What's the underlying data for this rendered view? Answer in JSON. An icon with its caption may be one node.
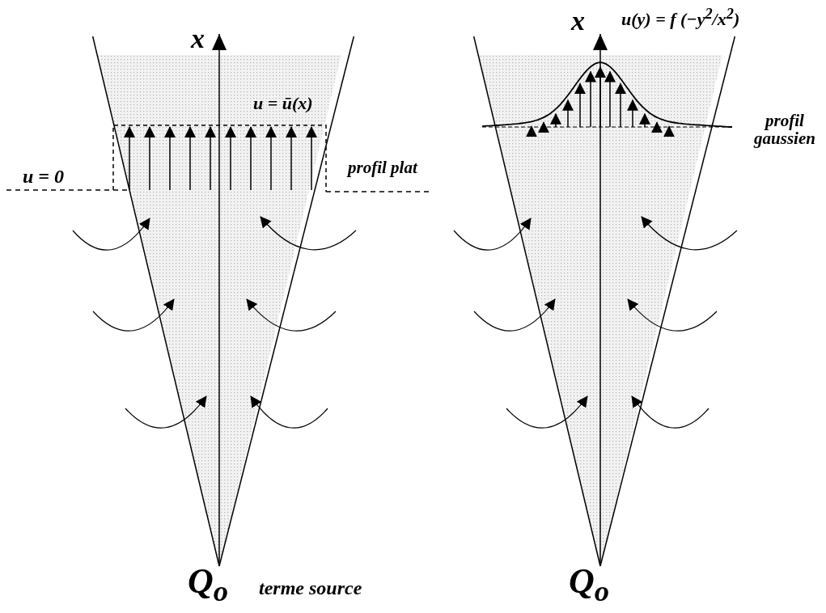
{
  "diagram": {
    "labels": [
      "x",
      "u = ū(x)",
      "u = 0",
      "profil plat",
      "Q$_{o}$",
      "terme source",
      "x",
      "u(y) = f (−y$^{2}$/x$^{2}$)",
      "profil gaussien",
      "Q$_{o}$"
    ]
  }
}
